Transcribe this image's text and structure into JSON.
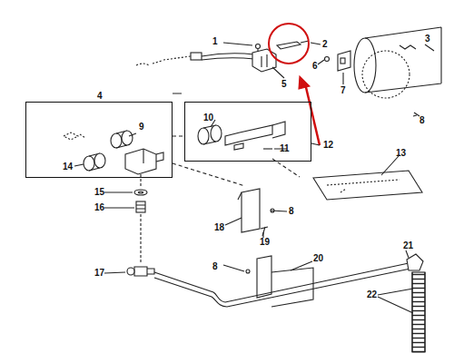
{
  "diagram": {
    "nodes": [
      {
        "text": [
          "4",
          "9",
          "14"
        ]
      },
      {
        "text": [
          "10",
          "11",
          "12"
        ]
      }
    ],
    "labels": [
      "1",
      "2",
      "3",
      "5",
      "6",
      "7",
      "8",
      "13",
      "15",
      "16",
      "17",
      "18",
      "19",
      "8",
      "8",
      "20",
      "21",
      "22"
    ]
  }
}
